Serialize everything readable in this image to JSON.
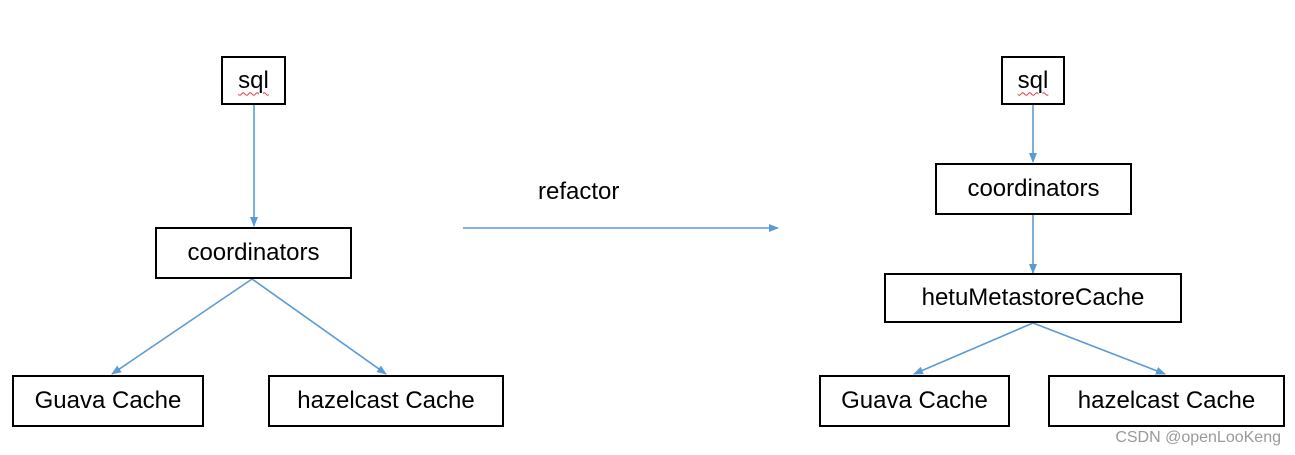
{
  "colors": {
    "edge": "#5B9BD5",
    "node_border": "#000000",
    "node_fill": "#ffffff",
    "text": "#000000",
    "spellcheck_underline": "#e23a3a",
    "watermark": "#9a9a9a"
  },
  "left_diagram": {
    "sql": "sql",
    "coordinators": "coordinators",
    "guava_cache": "Guava Cache",
    "hazelcast_cache": "hazelcast Cache"
  },
  "transition": {
    "label": "refactor"
  },
  "right_diagram": {
    "sql": "sql",
    "coordinators": "coordinators",
    "metastore_cache": "hetuMetastoreCache",
    "guava_cache": "Guava Cache",
    "hazelcast_cache": "hazelcast Cache"
  },
  "watermark": "CSDN @openLooKeng"
}
